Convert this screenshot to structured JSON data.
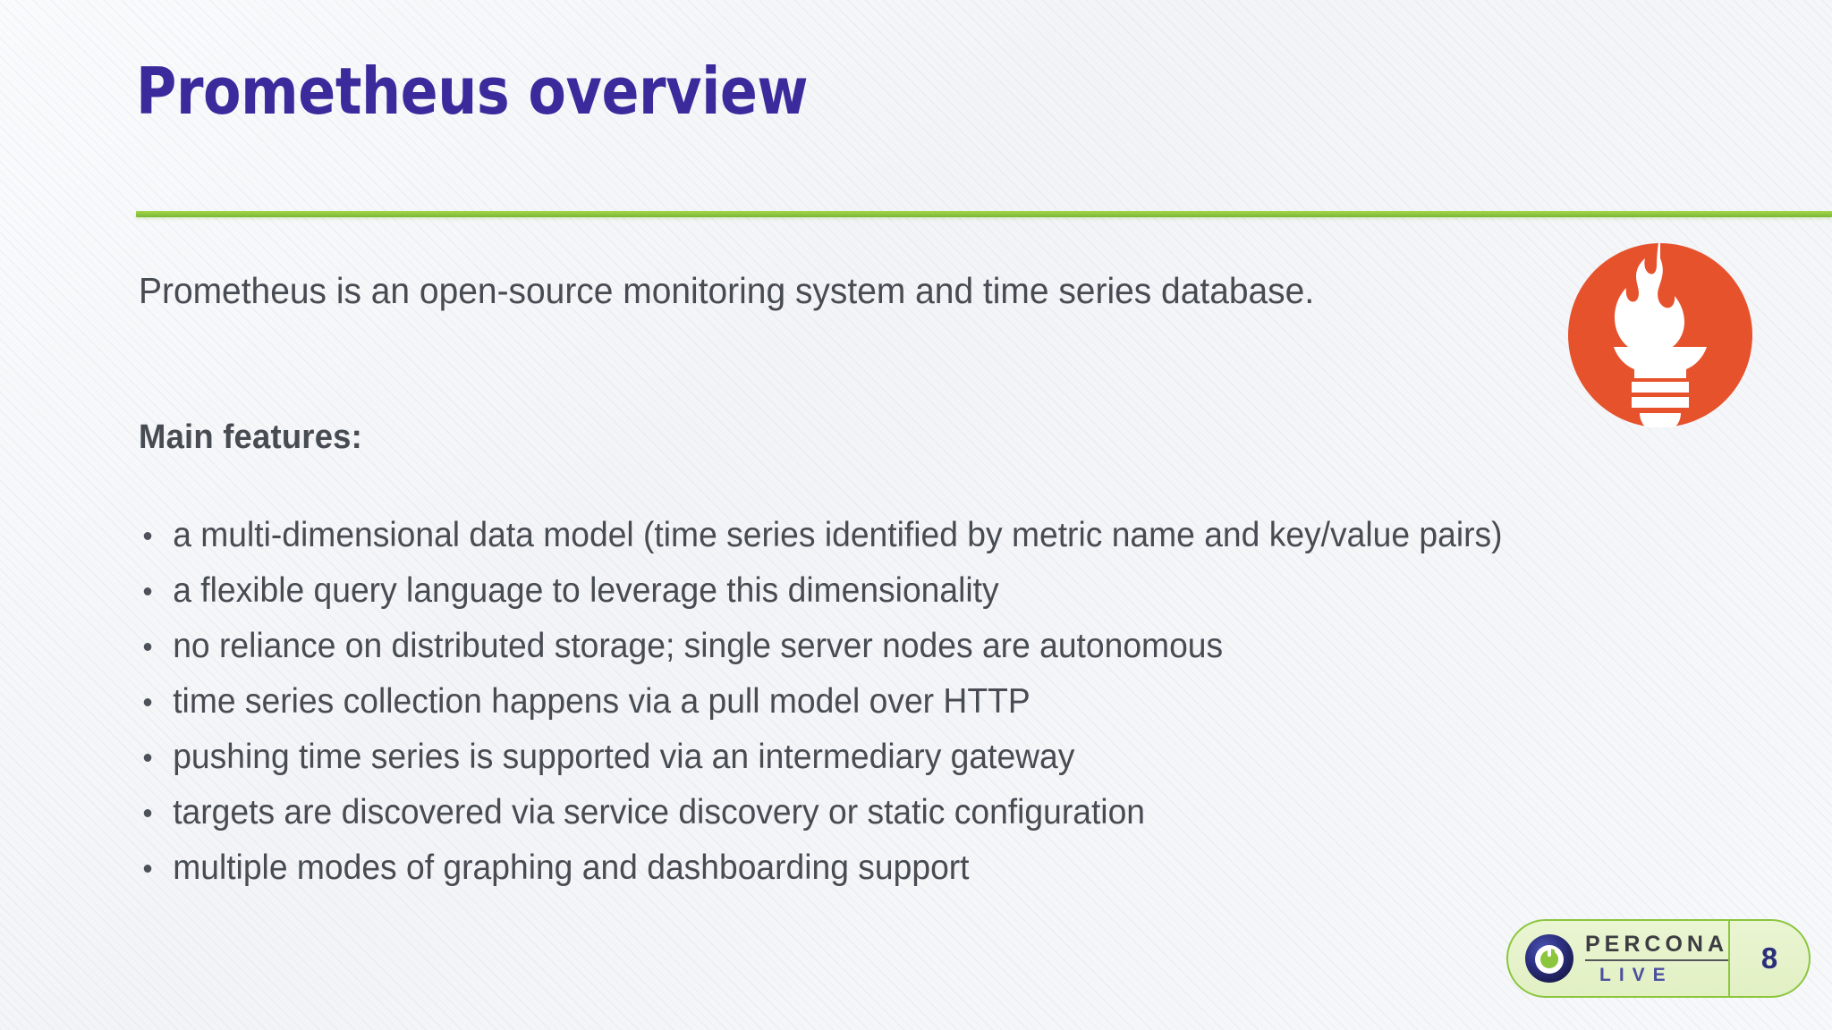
{
  "slide": {
    "title": "Prometheus overview",
    "accent_green": "#8cc63f",
    "title_color": "#3a2a9b",
    "body_color": "#474b52",
    "background_color": "#f7f8fa"
  },
  "content": {
    "intro": "Prometheus is an open-source monitoring system and time series database.",
    "features_heading": "Main features:",
    "features": [
      "a multi-dimensional data model (time series identified by metric name and key/value pairs)",
      "a flexible query language to leverage this dimensionality",
      "no reliance on distributed storage; single server nodes are autonomous",
      "time series collection happens via a pull model over HTTP",
      "pushing time series is supported via an intermediary gateway",
      "targets are discovered via service discovery or static configuration",
      "multiple modes of graphing and dashboarding support"
    ]
  },
  "logos": {
    "prometheus": {
      "icon": "prometheus-torch-icon",
      "circle_color": "#e6522c",
      "flame_color": "#ffffff"
    },
    "percona": {
      "icon": "percona-power-icon",
      "brand": "PERCONA",
      "sub_brand": "LIVE",
      "brand_color": "#3c3c42",
      "sub_brand_color": "#4b4f9e",
      "badge_fill": "#e7f2cb",
      "badge_border": "#8cc63f"
    }
  },
  "footer": {
    "page_number": "8"
  }
}
